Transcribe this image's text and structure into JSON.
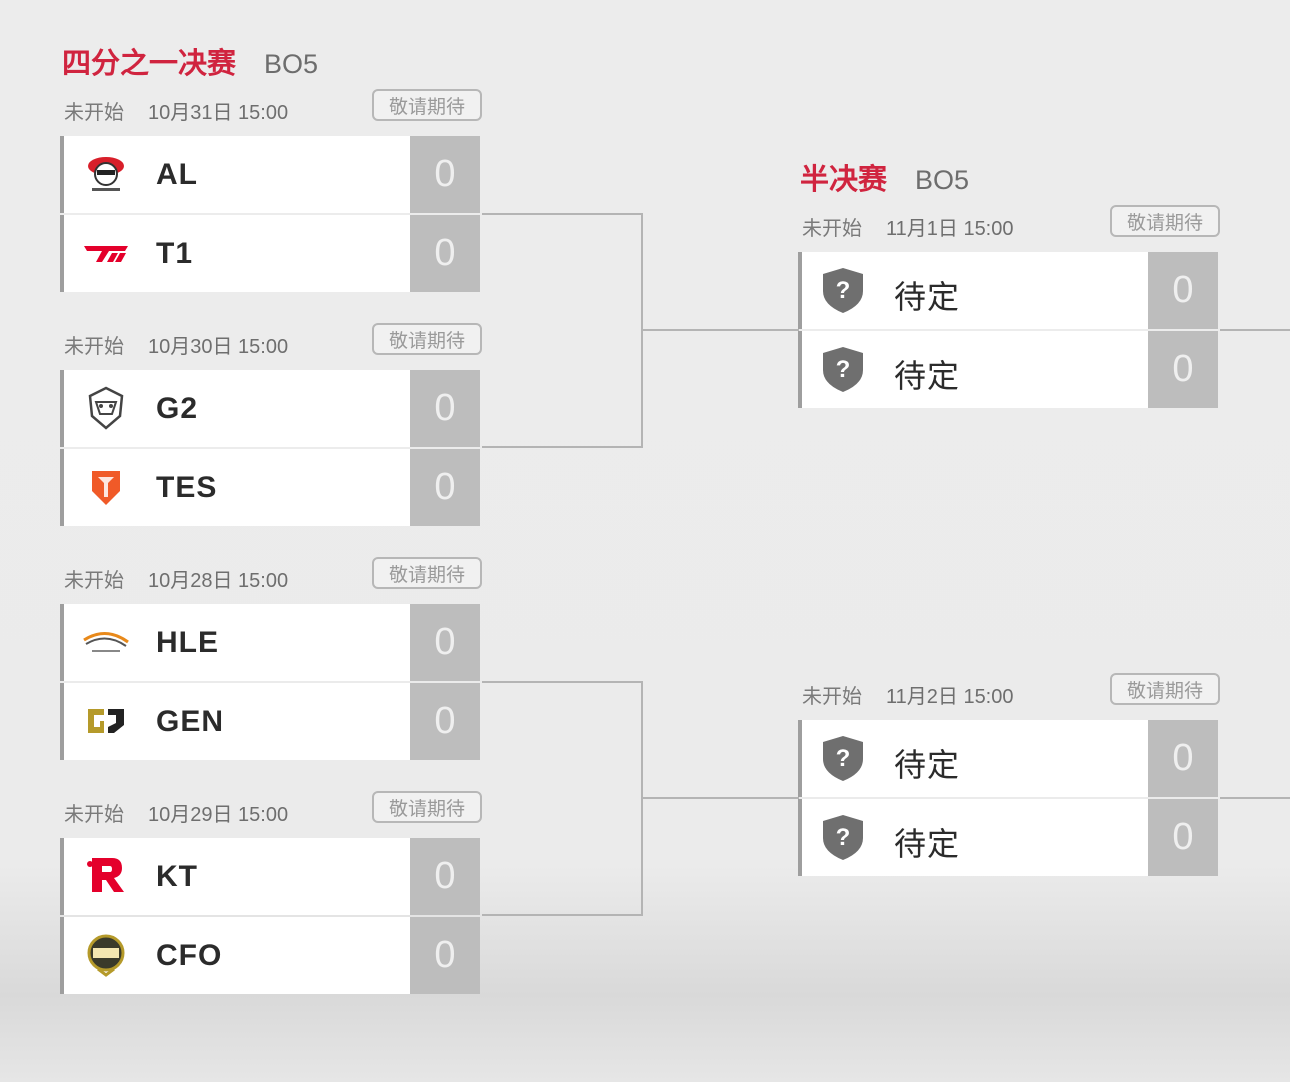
{
  "quarterfinals": {
    "title": "四分之一决赛",
    "format": "BO5",
    "matches": [
      {
        "status": "未开始",
        "date": "10月31日 15:00",
        "button": "敬请期待",
        "teams": [
          {
            "name": "AL",
            "score": "0",
            "icon": "al-logo-icon"
          },
          {
            "name": "T1",
            "score": "0",
            "icon": "t1-logo-icon"
          }
        ]
      },
      {
        "status": "未开始",
        "date": "10月30日 15:00",
        "button": "敬请期待",
        "teams": [
          {
            "name": "G2",
            "score": "0",
            "icon": "g2-logo-icon"
          },
          {
            "name": "TES",
            "score": "0",
            "icon": "tes-logo-icon"
          }
        ]
      },
      {
        "status": "未开始",
        "date": "10月28日 15:00",
        "button": "敬请期待",
        "teams": [
          {
            "name": "HLE",
            "score": "0",
            "icon": "hle-logo-icon"
          },
          {
            "name": "GEN",
            "score": "0",
            "icon": "gen-logo-icon"
          }
        ]
      },
      {
        "status": "未开始",
        "date": "10月29日 15:00",
        "button": "敬请期待",
        "teams": [
          {
            "name": "KT",
            "score": "0",
            "icon": "kt-logo-icon"
          },
          {
            "name": "CFO",
            "score": "0",
            "icon": "cfo-logo-icon"
          }
        ]
      }
    ]
  },
  "semifinals": {
    "title": "半决赛",
    "format": "BO5",
    "matches": [
      {
        "status": "未开始",
        "date": "11月1日 15:00",
        "button": "敬请期待",
        "teams": [
          {
            "name": "待定",
            "score": "0",
            "icon": "unknown-shield-icon"
          },
          {
            "name": "待定",
            "score": "0",
            "icon": "unknown-shield-icon"
          }
        ]
      },
      {
        "status": "未开始",
        "date": "11月2日 15:00",
        "button": "敬请期待",
        "teams": [
          {
            "name": "待定",
            "score": "0",
            "icon": "unknown-shield-icon"
          },
          {
            "name": "待定",
            "score": "0",
            "icon": "unknown-shield-icon"
          }
        ]
      }
    ]
  },
  "colors": {
    "accent": "#d0243f",
    "score_bg": "#bdbdbd",
    "connector": "#b4b4b4"
  }
}
